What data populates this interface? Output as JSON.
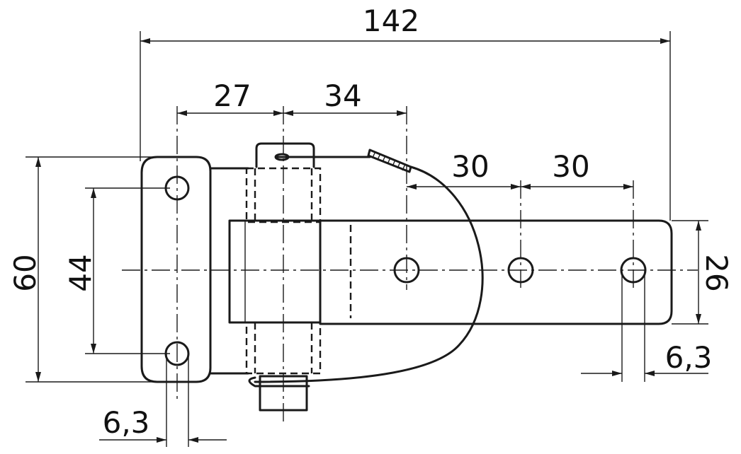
{
  "dimensions": {
    "total_length": "142",
    "hinge_offset": "27",
    "first_hole": "34",
    "hole_pitch_1": "30",
    "hole_pitch_2": "30",
    "plate_height": "60",
    "hole_spacing": "44",
    "strap_width": "26",
    "hole_dia_left": "6,3",
    "hole_dia_right": "6,3"
  },
  "colors": {
    "line": "#1a1a1a",
    "background": "#ffffff"
  }
}
